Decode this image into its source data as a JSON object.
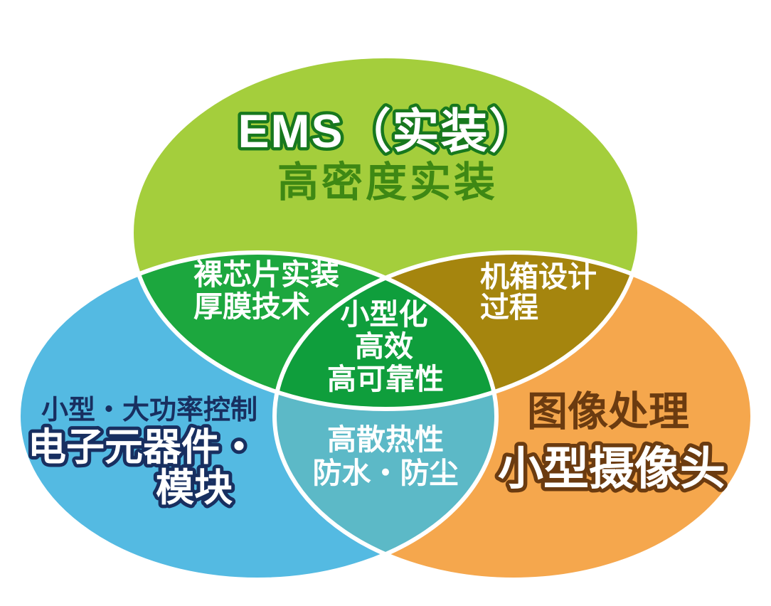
{
  "diagram": {
    "background": "#ffffff",
    "outline_stroke": "#ffffff",
    "regions": {
      "ems": {
        "title": "EMS（实装）",
        "subtitle": "高密度实装",
        "fill": "#A4CE3C",
        "title_fill": "#FFFFFF",
        "title_outline": "#17781E",
        "subtitle_color": "#3E8814"
      },
      "components": {
        "line1": "小型・大功率控制",
        "line2": "电子元器件・",
        "line3": "模块",
        "fill": "#54BAE2",
        "line1_color": "#182F60",
        "text_fill": "#FFFFFF",
        "text_outline": "#182F60"
      },
      "imaging": {
        "line1": "图像处理",
        "line2": "小型摄像头",
        "fill": "#F5A74D",
        "line1_color": "#6B3B10",
        "text_fill": "#FFFFFF",
        "text_outline": "#6B3B10"
      },
      "ems_components": {
        "line1": "裸芯片实装",
        "line2": "厚膜技术",
        "fill": "#1CA73E",
        "text_color": "#FFFFFF"
      },
      "ems_imaging": {
        "line1": "机箱设计",
        "line2": "过程",
        "fill": "#A5850E",
        "text_color": "#FFFFFF"
      },
      "components_imaging": {
        "line1": "高散热性",
        "line2": "防水・防尘",
        "fill": "#5CB9C7",
        "text_color": "#FFFFFF"
      },
      "center": {
        "line1": "小型化",
        "line2": "高效",
        "line3": "高可靠性",
        "fill": "#0F9E3C",
        "text_color": "#FFFFFF"
      }
    }
  }
}
